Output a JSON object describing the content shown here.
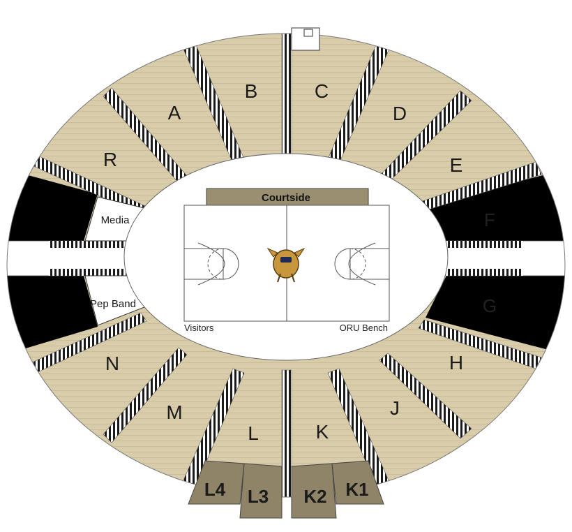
{
  "colors": {
    "seat": "#d8ccaa",
    "seat_line": "#c4b68f",
    "dark": "#000000",
    "box": "#8f8468",
    "courtside": "#9a8f70",
    "aisle": "#ffffff",
    "outline": "#444444"
  },
  "sections": {
    "A": "A",
    "B": "B",
    "C": "C",
    "D": "D",
    "E": "E",
    "F": "F",
    "G": "G",
    "H": "H",
    "J": "J",
    "K": "K",
    "L": "L",
    "M": "M",
    "N": "N",
    "R": "R"
  },
  "boxes": {
    "L4": "L4",
    "L3": "L3",
    "K2": "K2",
    "K1": "K1"
  },
  "areas": {
    "media": "Media",
    "pep_band": "Pep Band",
    "courtside": "Courtside"
  },
  "court": {
    "visitors": "Visitors",
    "home_bench": "ORU Bench"
  },
  "icons": {
    "mascot": "golden-eagle-mascot-icon",
    "stairs": "stairs-icon"
  }
}
